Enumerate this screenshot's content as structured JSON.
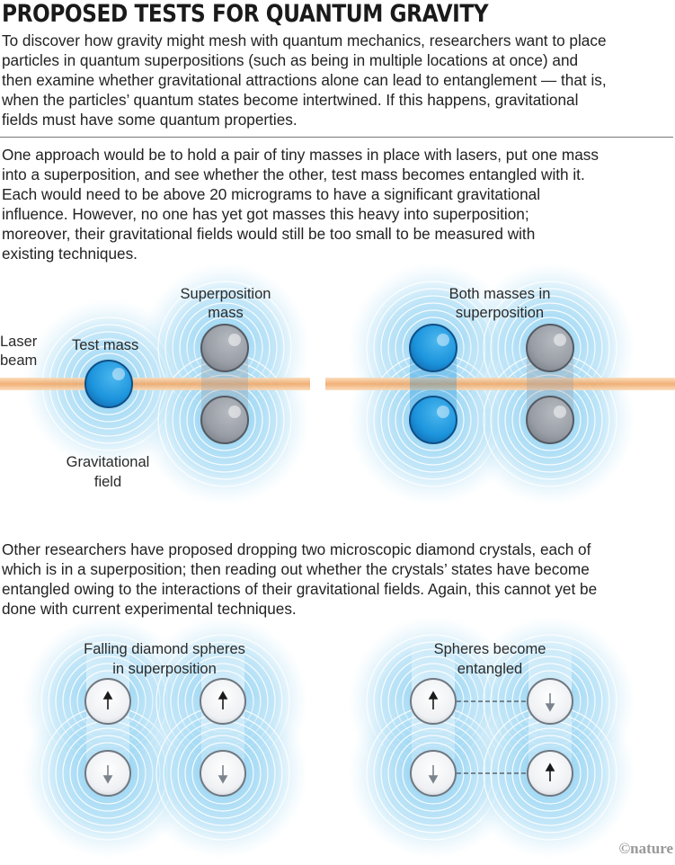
{
  "title": "PROPOSED TESTS FOR QUANTUM GRAVITY",
  "intro_lines": [
    "To discover how gravity might mesh with quantum mechanics, researchers want to place",
    "particles in quantum superpositions (such as being in multiple locations at once) and",
    "then examine whether gravitational attractions alone can lead to entanglement — that is,",
    "when the particles’ quantum states become intertwined. If this happens, gravitational",
    "fields must have some quantum properties."
  ],
  "approach1_lines": [
    "One approach would be to hold a pair of tiny masses in place with lasers, put one mass",
    "into a superposition, and see whether the other, test mass becomes entangled with it.",
    "Each would need to be above 20 micrograms to have a significant gravitational",
    "influence. However, no one has yet got masses this heavy into superposition;",
    "moreover, their gravitational fields would still be too small to be measured with",
    "existing techniques."
  ],
  "diagram1": {
    "laser_label": [
      "Laser",
      "beam"
    ],
    "test_mass_label": "Test mass",
    "superposition_label": [
      "Superposition",
      "mass"
    ],
    "field_label": [
      "Gravitational",
      "field"
    ],
    "both_label": [
      "Both masses in",
      "superposition"
    ]
  },
  "approach2_lines": [
    "Other researchers have proposed dropping two microscopic diamond crystals, each of",
    "which is in a superposition; then reading out whether the crystals’ states have become",
    "entangled owing to the interactions of their gravitational fields. Again, this cannot yet be",
    "done with current experimental techniques."
  ],
  "diagram2": {
    "falling_label": [
      "Falling diamond spheres",
      "in superposition"
    ],
    "entangled_label": [
      "Spheres become",
      "entangled"
    ]
  },
  "credit": "©nature",
  "colors": {
    "blue_mass": "#1e9be0",
    "gray_mass": "#9ea3ab",
    "field": "#bfe3f5",
    "laser": "#f2b27a"
  }
}
